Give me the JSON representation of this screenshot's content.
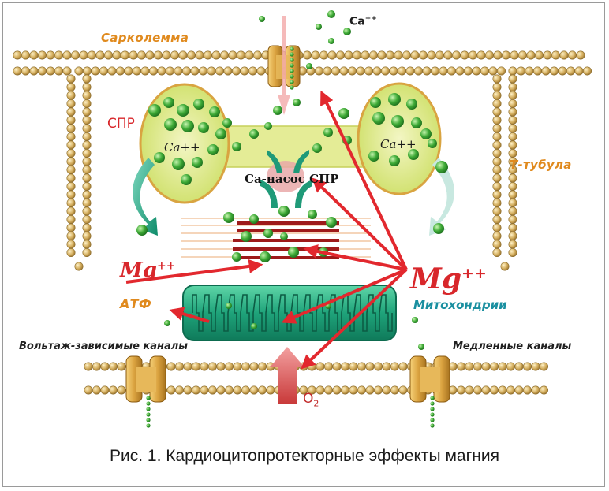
{
  "labels": {
    "ca_top_base": "Ca",
    "ca_top_sup": "++",
    "sarcolemma": "Сарколемма",
    "spr": "СПР",
    "ca_left": "Ca++",
    "ca_right": "Ca++",
    "t_tubule": "Т-тубула",
    "ca_pump": "Ca-насос СПР",
    "mg_left_base": "Mg",
    "mg_left_sup": "++",
    "mg_right_base": "Mg",
    "mg_right_sup": "++",
    "atp": "АТФ",
    "mitochondria": "Митохондрии",
    "voltage_channels": "Вольтаж-зависимые каналы",
    "slow_channels": "Медленные каналы",
    "o2_base": "O",
    "o2_sub": "2"
  },
  "caption": "Рис. 1. Кардиоцитопротекторные эффекты магния",
  "colors": {
    "membrane_bead": "#c9a45a",
    "mitochondria": "#2bb08a",
    "calcium_ion": "#3aa93a",
    "arrow_red": "#e2282e",
    "sr_fill": "#d9e680",
    "label_orange": "#e08a1e"
  }
}
